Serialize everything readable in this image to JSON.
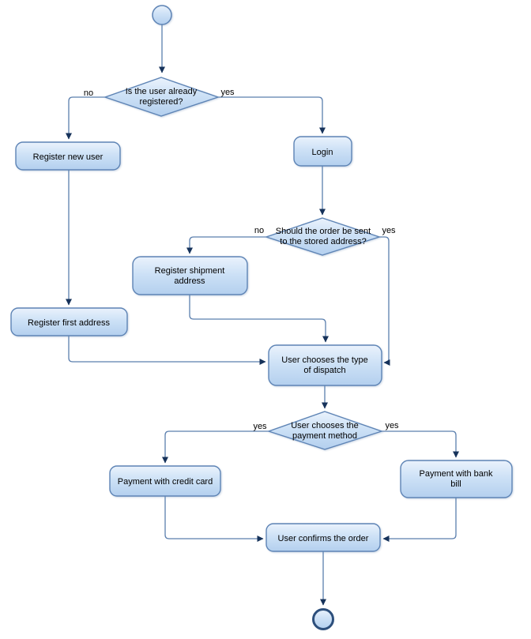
{
  "theme": {
    "background": "#ffffff",
    "node_fill_top": "#eaf2fc",
    "node_fill_mid": "#cde1f6",
    "node_fill_bottom": "#b3cfee",
    "node_border": "#5e84b5",
    "edge_color": "#5b7fae",
    "arrow_color": "#16325a",
    "end_border": "#2d4f7c",
    "text_color": "#000000"
  },
  "nodes": {
    "decision_registered": {
      "lines": [
        "Is the user already",
        "registered?"
      ]
    },
    "register_new_user": {
      "label": "Register new user"
    },
    "login": {
      "label": "Login"
    },
    "decision_stored_address": {
      "lines": [
        "Should the order be sent",
        "to the stored address?"
      ]
    },
    "register_shipment_address": {
      "lines": [
        "Register shipment",
        "address"
      ]
    },
    "register_first_address": {
      "label": "Register first address"
    },
    "choose_dispatch": {
      "lines": [
        "User chooses the type",
        "of dispatch"
      ]
    },
    "decision_payment": {
      "lines": [
        "User chooses the",
        "payment method"
      ]
    },
    "payment_credit_card": {
      "label": "Payment with credit card"
    },
    "payment_bank_bill": {
      "lines": [
        "Payment with bank",
        "bill"
      ]
    },
    "confirm_order": {
      "label": "User confirms the order"
    }
  },
  "edge_labels": {
    "registered_no": "no",
    "registered_yes": "yes",
    "stored_address_no": "no",
    "stored_address_yes": "yes",
    "payment_credit_yes": "yes",
    "payment_bank_yes": "yes"
  }
}
